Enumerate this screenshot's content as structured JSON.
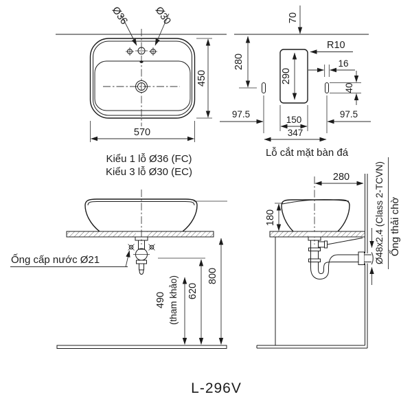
{
  "drawing": {
    "model_label": "L-296V",
    "line_color": "#1c1c1c",
    "background": "#ffffff"
  },
  "top_view": {
    "faucet_hole_label_center": "Ø36",
    "faucet_hole_label_right": "Ø30",
    "dim_width": "570",
    "dim_depth": "450",
    "caption_line_1": "Kiểu 1 lỗ Ø36 (FC)",
    "caption_line_2": "Kiểu 3 lỗ Ø30 (EC)"
  },
  "cutout_view": {
    "dim_top_offset": "70",
    "dim_edge_to_slot": "280",
    "corner_radius_label": "R10",
    "dim_slot_width": "16",
    "dim_cut_height": "290",
    "dim_slot_height": "40",
    "dim_cut_width": "150",
    "dim_side_left": "97.5",
    "dim_side_right": "97.5",
    "dim_slot_span": "347",
    "caption": "Lỗ cắt mặt bàn đá"
  },
  "front_view": {
    "supply_pipe_label": "Ống cấp nước Ø21",
    "dim_drain_height": "490",
    "dim_drain_height_note": "(tham khảo)",
    "dim_supply_height": "620",
    "dim_counter_height": "800"
  },
  "side_view": {
    "dim_center_to_wall": "280",
    "dim_basin_height": "180",
    "drain_pipe_spec": "Ø48x2.4 (Class 2-TCVN)",
    "drain_pipe_label": "Ống thải chờ"
  }
}
